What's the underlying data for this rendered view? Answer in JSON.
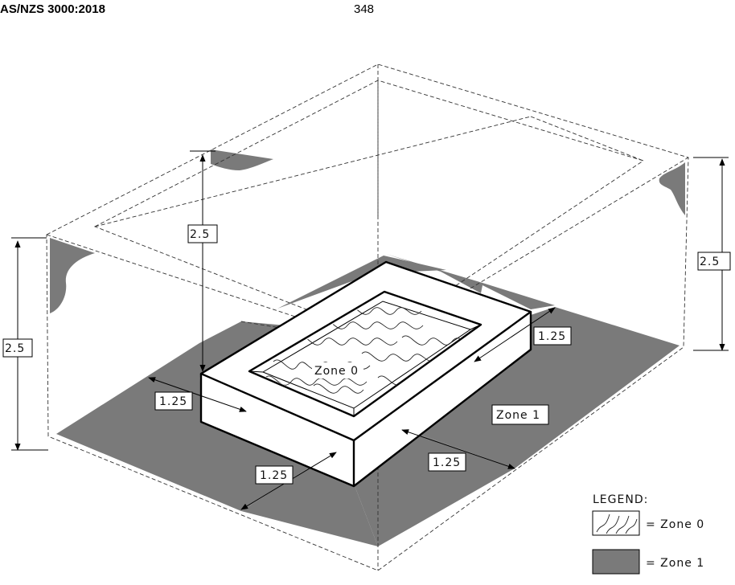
{
  "header": {
    "standard": "AS/NZS 3000:2018",
    "page_number": "348"
  },
  "dimensions": {
    "height_left": "2.5",
    "height_right": "2.5",
    "height_center": "2.5",
    "offset_left": "1.25",
    "offset_front": "1.25",
    "offset_right_front": "1.25",
    "offset_back_right": "1.25"
  },
  "zone_labels": {
    "zone0": "Zone 0",
    "zone1": "Zone 1"
  },
  "legend": {
    "title": "LEGEND:",
    "zone0_entry": "= Zone 0",
    "zone1_entry": "= Zone 1"
  },
  "colors": {
    "zone1_fill": "#7a7a7a",
    "line": "#000000"
  }
}
